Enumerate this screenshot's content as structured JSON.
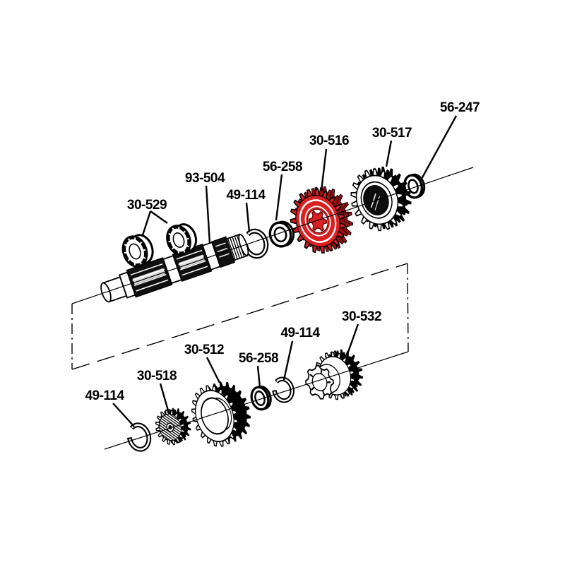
{
  "figure": {
    "kind_label": "",
    "colors": {
      "line": "#000000",
      "background": "#ffffff",
      "highlight_red": "#d92121",
      "highlight_red_dark": "#941012"
    }
  },
  "callouts": [
    {
      "part": "30-529"
    },
    {
      "part": "93-504"
    },
    {
      "part": "49-114"
    },
    {
      "part": "56-258"
    },
    {
      "part": "30-516"
    },
    {
      "part": "30-517"
    },
    {
      "part": "56-247"
    },
    {
      "part": "49-114"
    },
    {
      "part": "30-518"
    },
    {
      "part": "30-512"
    },
    {
      "part": "56-258"
    },
    {
      "part": "49-114"
    },
    {
      "part": "30-532"
    }
  ]
}
